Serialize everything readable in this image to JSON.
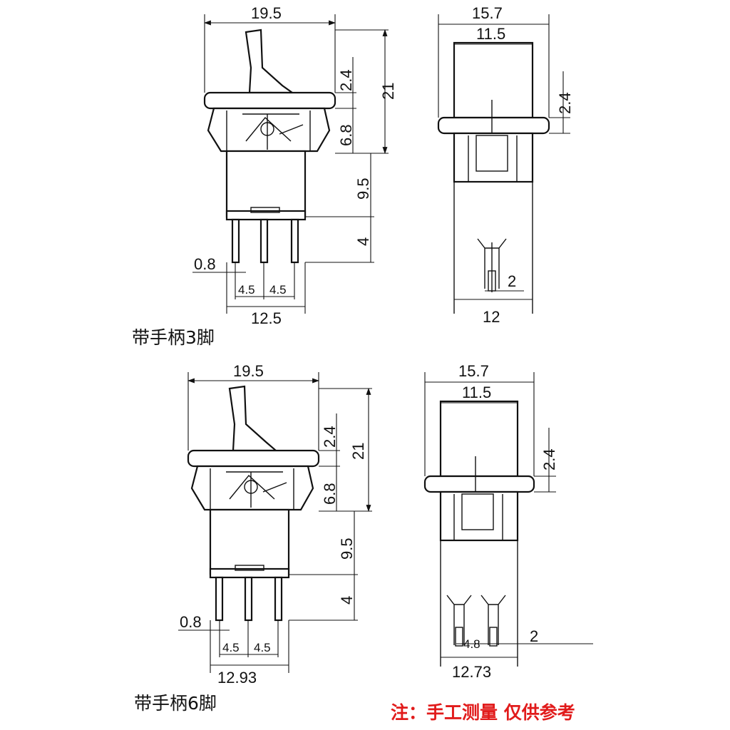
{
  "diagram": {
    "top_side": {
      "width_top": "19.5",
      "height_total": "21",
      "flange": "2.4",
      "housing": "6.8",
      "body_mid": "9.5",
      "pin_len": "4",
      "pin_thick": "0.8",
      "pitch_a": "4.5",
      "pitch_b": "4.5",
      "width_bottom": "12.5"
    },
    "top_front": {
      "width_top": "15.7",
      "width_inner": "11.5",
      "flange": "2.4",
      "pin_w": "2",
      "width_bottom": "12"
    },
    "bottom_side": {
      "width_top": "19.5",
      "height_total": "21",
      "flange": "2.4",
      "housing": "6.8",
      "body_mid": "9.5",
      "pin_len": "4",
      "pin_thick": "0.8",
      "pitch_a": "4.5",
      "pitch_b": "4.5",
      "width_bottom": "12.93"
    },
    "bottom_front": {
      "width_top": "15.7",
      "width_inner": "11.5",
      "flange": "2.4",
      "pin_gap": "4.8",
      "pin_w": "2",
      "width_bottom": "12.73"
    },
    "captions": {
      "top": "带手柄3脚",
      "bottom": "带手柄6脚"
    },
    "note": "注：手工测量 仅供参考",
    "colors": {
      "line": "#111111",
      "note": "#e11b1b"
    }
  }
}
